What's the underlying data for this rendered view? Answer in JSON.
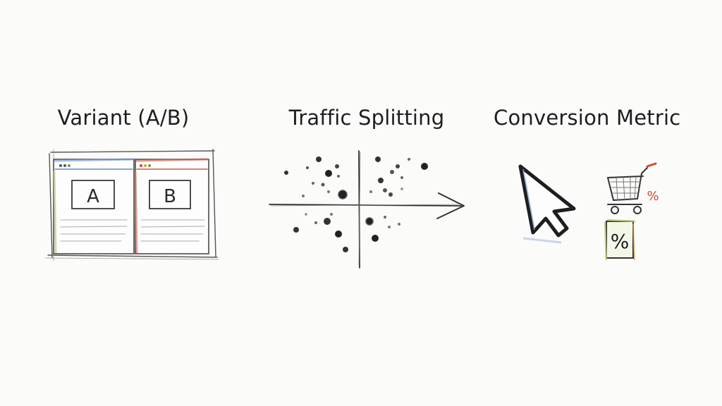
{
  "panels": {
    "variant": {
      "title": "Variant (A/B)",
      "label_a": "A",
      "label_b": "B",
      "accent_a": "#7f9fd4",
      "accent_b": "#d06a5a"
    },
    "traffic": {
      "title": "Traffic Splitting"
    },
    "conversion": {
      "title": "Conversion Metric",
      "percent_symbol": "%",
      "accent": "#d9492e"
    }
  },
  "icons": [
    "browser-window-icon",
    "split-arrow-icon",
    "mouse-cursor-icon",
    "shopping-cart-icon",
    "percent-icon"
  ]
}
